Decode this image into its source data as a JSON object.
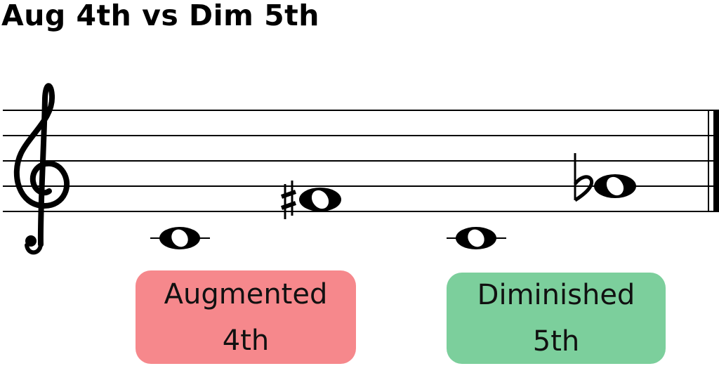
{
  "title": "Aug 4th vs Dim 5th",
  "colors": {
    "augmented_box": "#f6888c",
    "diminished_box": "#7ccf9c",
    "ink": "#000000"
  },
  "staff": {
    "clef": "treble-clef",
    "notes": [
      {
        "pitch": "C4",
        "accidental": "none",
        "glyph": "whole-note"
      },
      {
        "pitch": "F#4",
        "accidental": "sharp",
        "glyph": "whole-note"
      },
      {
        "pitch": "C4",
        "accidental": "none",
        "glyph": "whole-note"
      },
      {
        "pitch": "Gb4",
        "accidental": "flat",
        "glyph": "whole-note"
      }
    ],
    "barline": "final"
  },
  "labels": {
    "augmented": {
      "line1": "Augmented",
      "line2": "4th"
    },
    "diminished": {
      "line1": "Diminished",
      "line2": "5th"
    }
  }
}
